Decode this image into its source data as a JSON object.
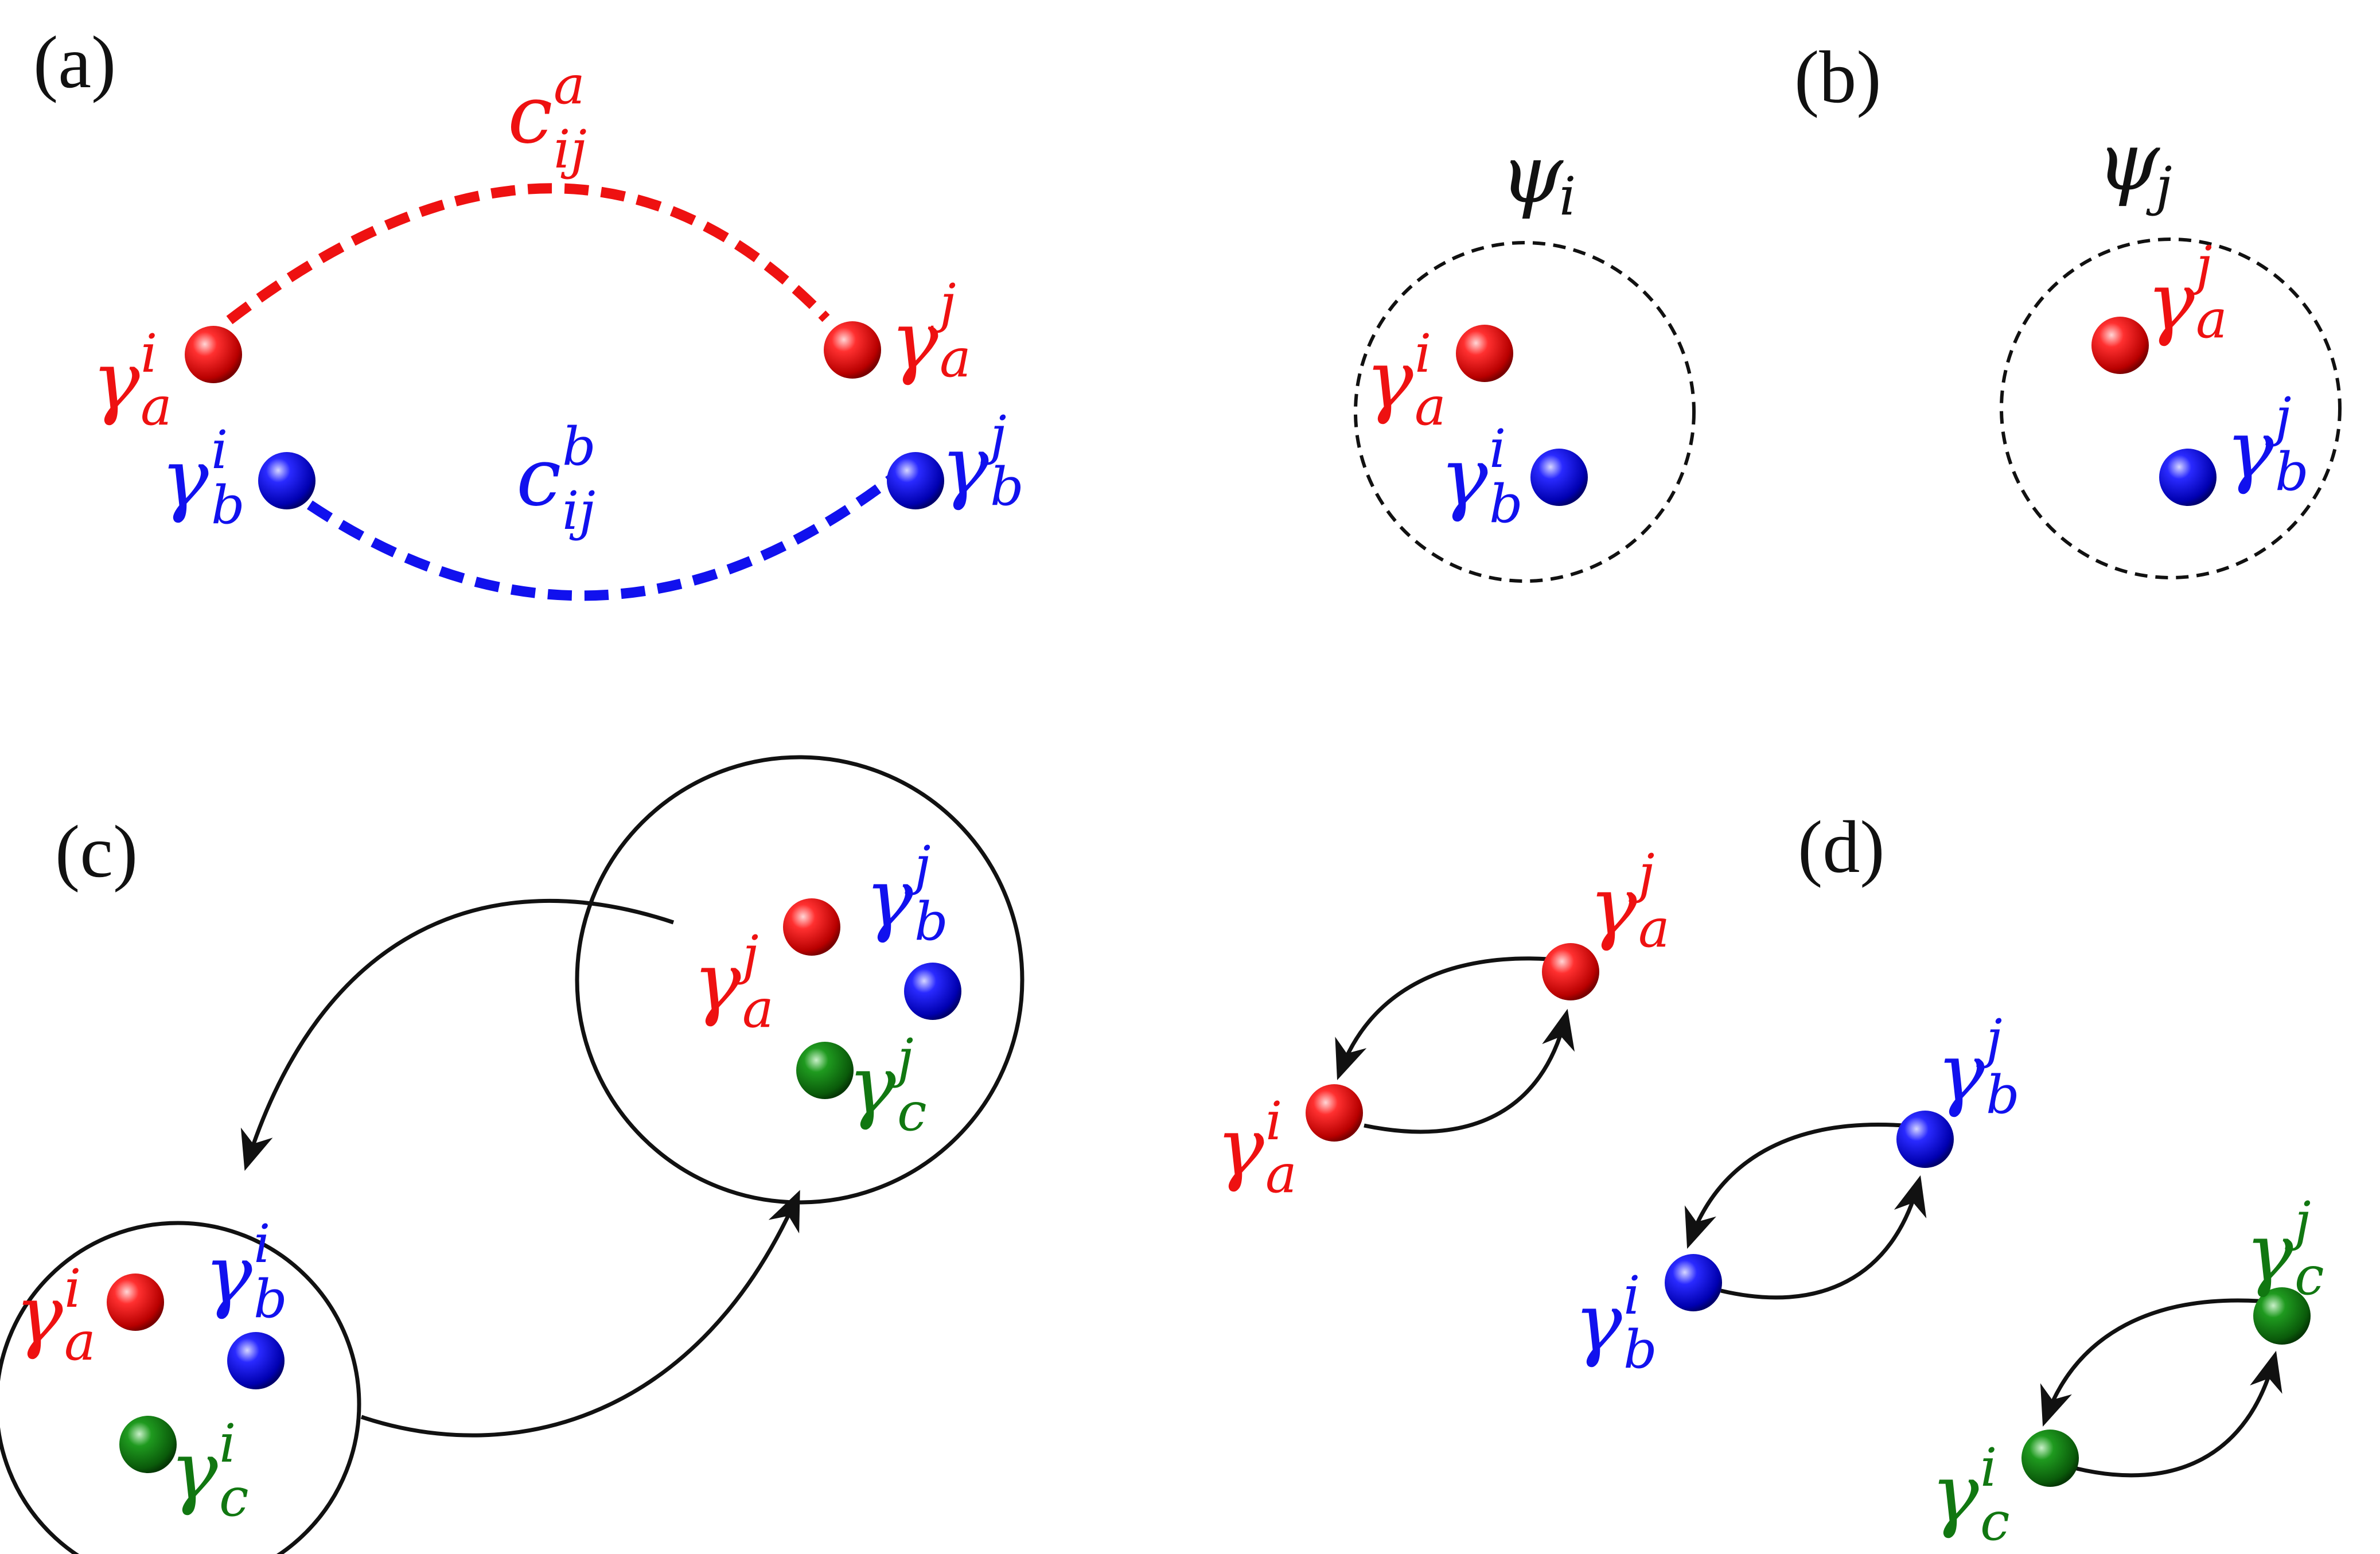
{
  "colors": {
    "red": "#ee1111",
    "blue": "#1111ee",
    "green": "#117711",
    "ink": "#111111"
  },
  "panels": {
    "a": {
      "label": "(a)",
      "bond_a": {
        "symbol": "c",
        "sup": "a",
        "sub": "ij"
      },
      "bond_b": {
        "symbol": "c",
        "sup": "b",
        "sub": "ij"
      },
      "ga_i": {
        "symbol": "γ",
        "sup": "i",
        "sub": "a"
      },
      "ga_j": {
        "symbol": "γ",
        "sup": "j",
        "sub": "a"
      },
      "gb_i": {
        "symbol": "γ",
        "sup": "i",
        "sub": "b"
      },
      "gb_j": {
        "symbol": "γ",
        "sup": "j",
        "sub": "b"
      }
    },
    "b": {
      "label": "(b)",
      "psi_i": {
        "symbol": "ψ",
        "sub": "i"
      },
      "psi_j": {
        "symbol": "ψ",
        "sub": "j"
      },
      "ga_i": {
        "symbol": "γ",
        "sup": "i",
        "sub": "a"
      },
      "gb_i": {
        "symbol": "γ",
        "sup": "i",
        "sub": "b"
      },
      "ga_j": {
        "symbol": "γ",
        "sup": "j",
        "sub": "a"
      },
      "gb_j": {
        "symbol": "γ",
        "sup": "j",
        "sub": "b"
      }
    },
    "c": {
      "label": "(c)",
      "ga_j": {
        "symbol": "γ",
        "sup": "j",
        "sub": "a"
      },
      "gb_j": {
        "symbol": "γ",
        "sup": "j",
        "sub": "b"
      },
      "gc_j": {
        "symbol": "γ",
        "sup": "j",
        "sub": "c"
      },
      "ga_i": {
        "symbol": "γ",
        "sup": "i",
        "sub": "a"
      },
      "gb_i": {
        "symbol": "γ",
        "sup": "i",
        "sub": "b"
      },
      "gc_i": {
        "symbol": "γ",
        "sup": "i",
        "sub": "c"
      }
    },
    "d": {
      "label": "(d)",
      "ga_j": {
        "symbol": "γ",
        "sup": "j",
        "sub": "a"
      },
      "ga_i": {
        "symbol": "γ",
        "sup": "i",
        "sub": "a"
      },
      "gb_j": {
        "symbol": "γ",
        "sup": "j",
        "sub": "b"
      },
      "gb_i": {
        "symbol": "γ",
        "sup": "i",
        "sub": "b"
      },
      "gc_j": {
        "symbol": "γ",
        "sup": "j",
        "sub": "c"
      },
      "gc_i": {
        "symbol": "γ",
        "sup": "i",
        "sub": "c"
      }
    }
  }
}
